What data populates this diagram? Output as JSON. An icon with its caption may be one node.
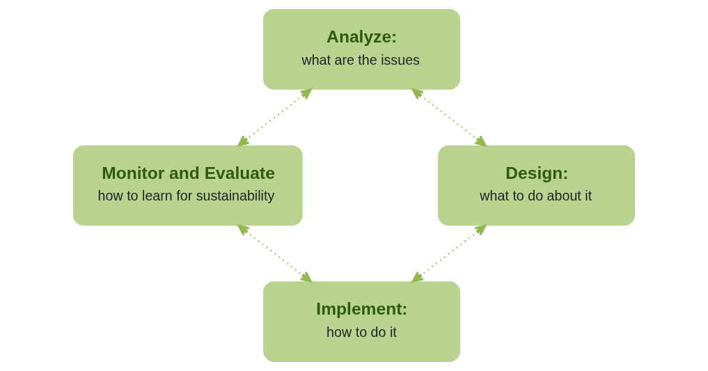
{
  "diagram": {
    "nodes": [
      {
        "text": [
          "Analyze:",
          "what are the issues"
        ]
      },
      {
        "text": [
          "Monitor and Evaluate",
          "how to learn for sustainability"
        ]
      },
      {
        "text": [
          "Design:",
          "what to do about it"
        ]
      },
      {
        "text": [
          "Implement:",
          "how to do it"
        ]
      }
    ],
    "edges": [
      {
        "from": 0,
        "to": 1,
        "arrow": "both",
        "style": "dashed"
      },
      {
        "from": 0,
        "to": 2,
        "arrow": "both",
        "style": "dashed"
      },
      {
        "from": 2,
        "to": 3,
        "arrow": "both",
        "style": "dashed"
      },
      {
        "from": 1,
        "to": 3,
        "arrow": "both",
        "style": "dashed"
      }
    ]
  }
}
